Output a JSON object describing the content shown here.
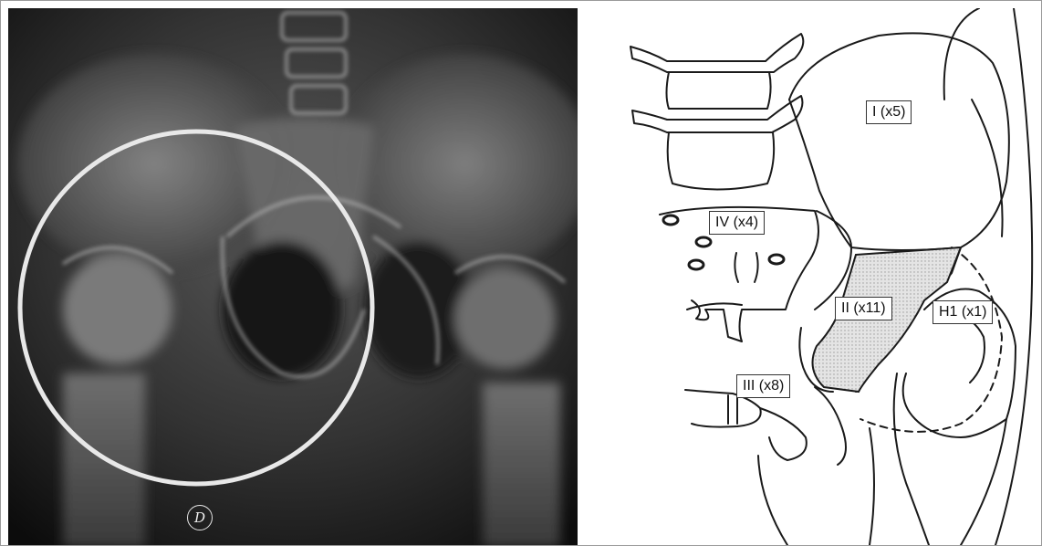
{
  "xray": {
    "side_marker": "D"
  },
  "diagram": {
    "labels": {
      "zone_i": "I (x5)",
      "zone_iv": "IV (x4)",
      "zone_ii": "II (x11)",
      "zone_h1": "H1 (x1)",
      "zone_iii": "III (x8)"
    }
  }
}
